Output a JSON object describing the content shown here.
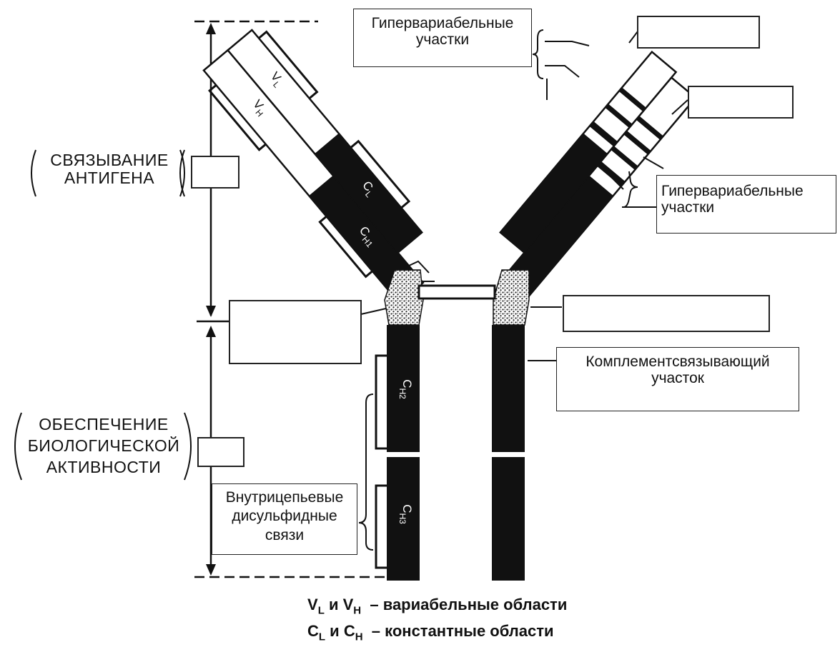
{
  "labels": {
    "hypervariable_top": [
      "Гипервариабельные",
      "участки"
    ],
    "hypervariable_right": [
      "Гипервариабельные",
      "участки"
    ],
    "antigen_binding": [
      "СВЯЗЫВАНИЕ",
      "АНТИГЕНА"
    ],
    "biological_activity": [
      "ОБЕСПЕЧЕНИЕ",
      "БИОЛОГИЧЕСКОЙ",
      "АКТИВНОСТИ"
    ],
    "intrachain_disulfide": [
      "Внутрицепьевые",
      "дисульфидные",
      "связи"
    ],
    "complement_binding": [
      "Комплементсвязывающий",
      "участок"
    ]
  },
  "domains": {
    "vl": "V",
    "vl_sub": "L",
    "vh": "V",
    "vh_sub": "H",
    "cl": "C",
    "cl_sub": "L",
    "ch1": "C",
    "ch1_sub": "H1",
    "ch2": "C",
    "ch2_sub": "H2",
    "ch3": "C",
    "ch3_sub": "H3"
  },
  "legend": {
    "line1": {
      "a": "V",
      "a_sub": "L",
      "mid": " и ",
      "b": "V",
      "b_sub": "H",
      "desc": "  – вариабельные области"
    },
    "line2": {
      "a": "C",
      "a_sub": "L",
      "mid": " и ",
      "b": "C",
      "b_sub": "H",
      "desc": "  – константные области"
    }
  },
  "colors": {
    "ink": "#111111",
    "paper": "#ffffff",
    "stipple": "#9a9a9a"
  }
}
